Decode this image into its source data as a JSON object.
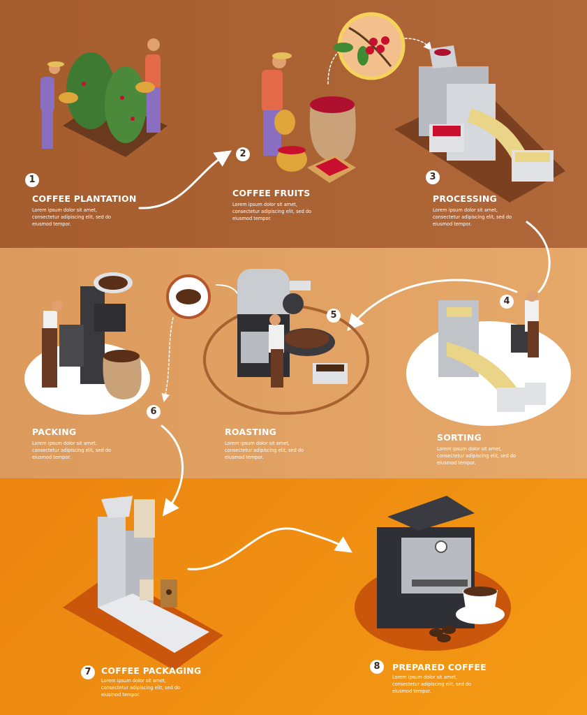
{
  "colors": {
    "band_top": "#a9612f",
    "band_middle": "#e1a263",
    "band_bottom": "#f0890c",
    "text": "#ffffff"
  },
  "steps": [
    {
      "number": "1",
      "title": "COFFEE PLANTATION",
      "desc": [
        "Lorem ipsum dolor sit amet,",
        "consectetur adipiscing elit, sed do",
        "eiusmod tempor."
      ]
    },
    {
      "number": "2",
      "title": "COFFEE FRUITS",
      "desc": [
        "Lorem ipsum dolor sit amet,",
        "consectetur adipiscing elit, sed do",
        "eiusmod tempor."
      ]
    },
    {
      "number": "3",
      "title": "PROCESSING",
      "desc": [
        "Lorem ipsum dolor sit amet,",
        "consectetur adipiscing elit, sed do",
        "eiusmod tempor."
      ]
    },
    {
      "number": "4",
      "title": "SORTING",
      "desc": [
        "Lorem ipsum dolor sit amet,",
        "consectetur adipiscing elit, sed do",
        "eiusmod tempor."
      ]
    },
    {
      "number": "5",
      "title": "ROASTING",
      "desc": [
        "Lorem ipsum dolor sit amet,",
        "consectetur adipiscing elit, sed do",
        "eiusmod tempor."
      ]
    },
    {
      "number": "6",
      "title": "PACKING",
      "desc": [
        "Lorem ipsum dolor sit amet,",
        "consectetur adipiscing elit, sed do",
        "eiusmod tempor."
      ]
    },
    {
      "number": "7",
      "title": "COFFEE PACKAGING",
      "desc": [
        "Lorem ipsum dolor sit amet,",
        "consectetur adipiscing elit, sed do",
        "eiusmod tempor."
      ]
    },
    {
      "number": "8",
      "title": "PREPARED COFFEE",
      "desc": [
        "Lorem ipsum dolor sit amet,",
        "consectetur adipiscing elit, sed do",
        "eiusmod tempor."
      ]
    }
  ]
}
